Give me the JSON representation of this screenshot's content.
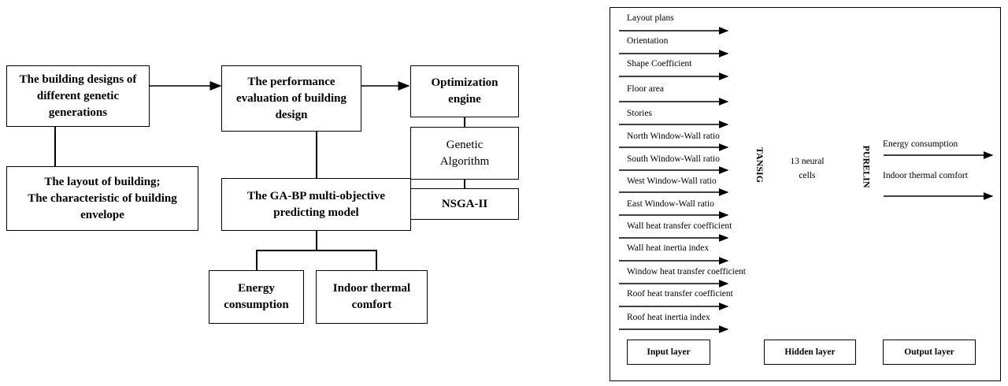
{
  "flowchart": {
    "generations": "The building designs of\ndifferent genetic\ngenerations",
    "layout": "The layout of building;\nThe characteristic of building\nenvelope",
    "evaluation": "The performance\nevaluation of building\ndesign",
    "model": "The GA-BP multi-objective\npredicting model",
    "energy": "Energy\nconsumption",
    "comfort": "Indoor thermal\ncomfort",
    "engine": "Optimization\nengine",
    "ga": "Genetic\nAlgorithm",
    "nsga": "NSGA-II"
  },
  "network": {
    "inputs": [
      "Layout plans",
      "Orientation",
      "Shape Coefficient",
      "Floor area",
      "Stories",
      "North Window-Wall ratio",
      "South Window-Wall ratio",
      "West Window-Wall ratio",
      "East Window-Wall ratio",
      "Wall heat transfer coefficient",
      "Wall heat inertia index",
      "Window heat transfer coefficient",
      "Roof heat transfer coefficient",
      "Roof heat inertia index"
    ],
    "tansig": "TANSIG",
    "purelin": "PURELIN",
    "hidden_cells": "13 neural\ncells",
    "outputs": [
      "Energy consumption",
      "Indoor thermal comfort"
    ],
    "layers": {
      "input": "Input layer",
      "hidden": "Hidden layer",
      "output": "Output layer"
    }
  }
}
